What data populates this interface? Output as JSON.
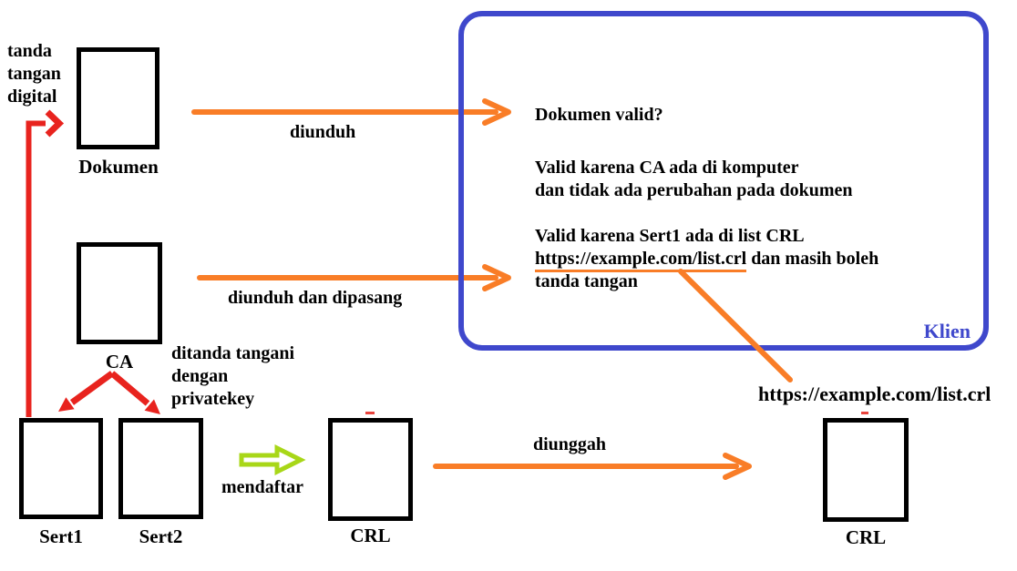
{
  "annotations": {
    "digital_signature": {
      "line1": "tanda",
      "line2": "tangan",
      "line3": "digital"
    },
    "signed_with": {
      "line1": "ditanda tangani",
      "line2": "dengan",
      "line3": "privatekey"
    }
  },
  "nodes": {
    "dokumen": {
      "label": "Dokumen"
    },
    "ca": {
      "label": "CA"
    },
    "sert1": {
      "label": "Sert1"
    },
    "sert2": {
      "label": "Sert2"
    },
    "crl_server": {
      "label": "CRL"
    },
    "crl_client": {
      "label": "CRL"
    }
  },
  "arrows": {
    "diunduh": {
      "label": "diunduh"
    },
    "diunduh_dipasang": {
      "label": "diunduh dan dipasang"
    },
    "mendaftar": {
      "label": "mendaftar"
    },
    "diunggah": {
      "label": "diunggah"
    }
  },
  "client_box": {
    "label": "Klien",
    "question": "Dokumen valid?",
    "reason_ca_line1": "Valid karena CA ada di komputer",
    "reason_ca_line2": "dan tidak ada perubahan pada dokumen",
    "reason_crl_line1": "Valid karena Sert1 ada di list CRL",
    "reason_crl_url": "https://example.com/list.crl",
    "reason_crl_line2_rest": " dan masih boleh",
    "reason_crl_line3": "tanda tangan"
  },
  "crl_url_caption": "https://example.com/list.crl",
  "colors": {
    "orange": "#F97D27",
    "red": "#E8231E",
    "blue": "#3F48CC",
    "green": "#A8D718",
    "black": "#000000"
  }
}
